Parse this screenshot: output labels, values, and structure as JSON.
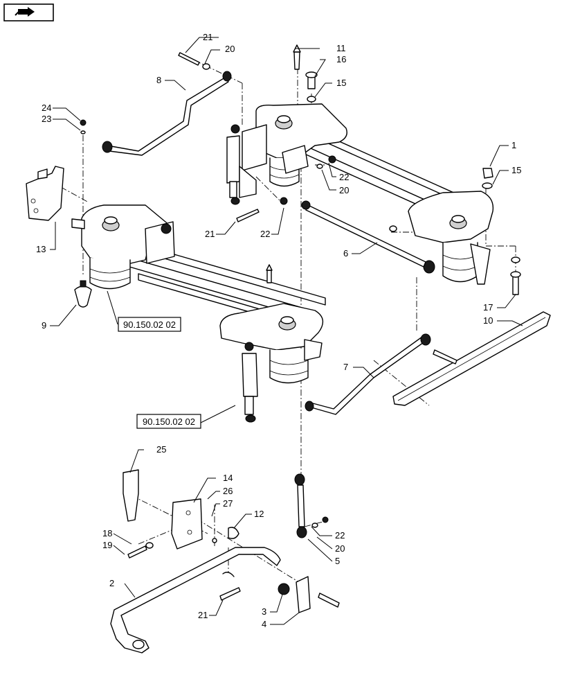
{
  "callouts": {
    "c1": "1",
    "c2": "2",
    "c3": "3",
    "c4": "4",
    "c5": "5",
    "c6": "6",
    "c7": "7",
    "c8": "8",
    "c9": "9",
    "c10": "10",
    "c11": "11",
    "c12": "12",
    "c13": "13",
    "c14": "14",
    "c15a": "15",
    "c15b": "15",
    "c16": "16",
    "c17": "17",
    "c18": "18",
    "c19": "19",
    "c20a": "20",
    "c20b": "20",
    "c20c": "20",
    "c21a": "21",
    "c21b": "21",
    "c21c": "21",
    "c22a": "22",
    "c22b": "22",
    "c22c": "22",
    "c23": "23",
    "c24": "24",
    "c25": "25",
    "c26": "26",
    "c27": "27"
  },
  "references": {
    "ref_a": "90.150.02 02",
    "ref_b": "90.150.02 02"
  },
  "icons": {
    "corner": "navigation-arrow-icon"
  }
}
